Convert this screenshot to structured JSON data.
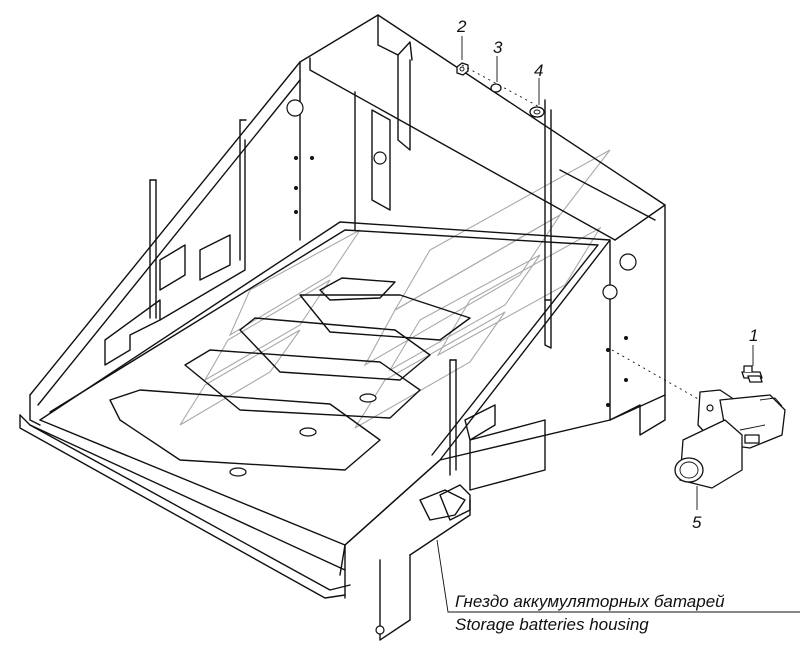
{
  "part_numbers": [
    "1",
    "2",
    "3",
    "4",
    "5"
  ],
  "caption": {
    "ru": "Гнездо аккумуляторных батарей",
    "en": "Storage batteries housing"
  },
  "colors": {
    "line": "#111111",
    "watermark": "#a9a9a9",
    "background": "#ffffff"
  }
}
